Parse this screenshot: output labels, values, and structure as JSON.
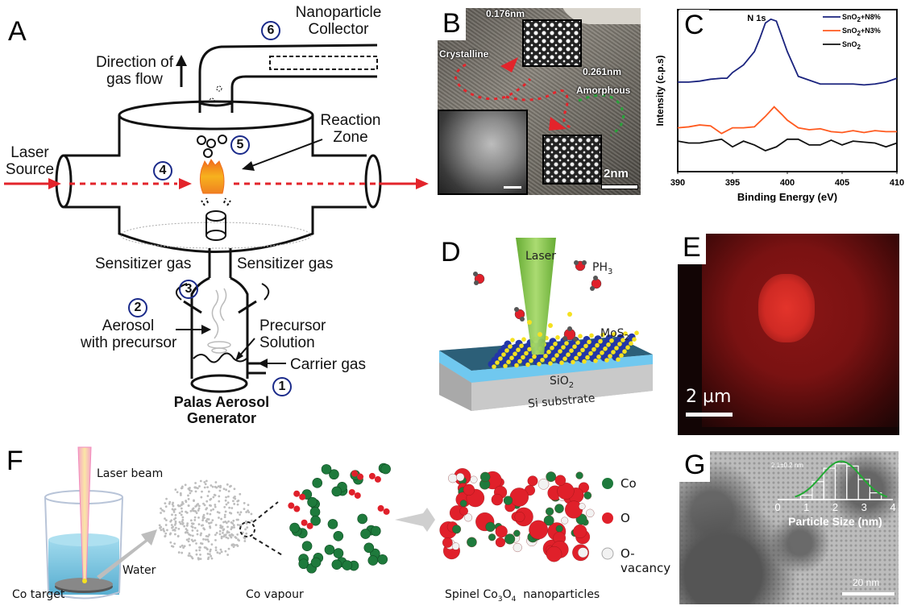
{
  "figure": {
    "panels": [
      "A",
      "B",
      "C",
      "D",
      "E",
      "F",
      "G"
    ]
  },
  "panel_a": {
    "letter": "A",
    "labels": {
      "collector_line1": "Nanoparticle",
      "collector_line2": "Collector",
      "gas_flow_line1": "Direction of",
      "gas_flow_line2": "gas flow",
      "reaction_line1": "Reaction",
      "reaction_line2": "Zone",
      "laser_line1": "Laser",
      "laser_line2": "Source",
      "sensitizer_left": "Sensitizer gas",
      "sensitizer_right": "Sensitizer gas",
      "aerosol_line1": "Aerosol",
      "aerosol_line2": "with precursor",
      "precursor_line1": "Precursor",
      "precursor_line2": "Solution",
      "carrier": "Carrier gas",
      "generator_line1": "Palas Aerosol",
      "generator_line2": "Generator"
    },
    "steps": [
      "1",
      "2",
      "3",
      "4",
      "5",
      "6"
    ],
    "colors": {
      "laser": "#e3242b",
      "step_ring": "#1a2a8a",
      "flame": "#f5a623"
    }
  },
  "panel_b": {
    "letter": "B",
    "labels": {
      "spacing_top": "0.176nm",
      "spacing_right": "0.261nm",
      "crystalline": "Crystalline",
      "amorphous": "Amorphous",
      "scale": "2nm"
    }
  },
  "panel_c": {
    "letter": "C"
  },
  "chart_data": [
    {
      "type": "line",
      "panel": "C",
      "title": "N 1s",
      "xlabel": "Binding Energy (eV)",
      "ylabel": "Intensity (c.p.s)",
      "xlim": [
        390,
        410
      ],
      "xticks": [
        390,
        395,
        400,
        405,
        410
      ],
      "yticks": [],
      "legend_position": "top-right",
      "series": [
        {
          "name": "SnO2+N8%",
          "name_main": "SnO",
          "name_sub": "2",
          "name_suffix": "+N8%",
          "color": "#1a237e",
          "x": [
            390,
            391,
            392,
            393,
            394,
            394.5,
            395,
            396,
            397,
            397.5,
            398,
            398.5,
            399,
            399.5,
            400,
            401,
            402,
            403,
            404,
            405,
            406,
            407,
            408,
            409,
            410
          ],
          "y": [
            62,
            62,
            62.5,
            63.5,
            64,
            64,
            67,
            71,
            78,
            85,
            93,
            95,
            94,
            86,
            78,
            65,
            63,
            61,
            61,
            61,
            61,
            60.5,
            61,
            62,
            64
          ]
        },
        {
          "name": "SnO2+N3%",
          "name_main": "SnO",
          "name_sub": "2",
          "name_suffix": "+N3%",
          "color": "#ff5a1f",
          "x": [
            390,
            391,
            392,
            393,
            394,
            395,
            396,
            397,
            398,
            398.8,
            399.5,
            400,
            401,
            402,
            403,
            404,
            405,
            406,
            407,
            408,
            409,
            410
          ],
          "y": [
            38,
            38.5,
            39.5,
            39,
            35,
            38,
            38,
            38.5,
            44,
            49,
            45,
            42,
            38,
            37,
            37.5,
            36,
            35.5,
            36.5,
            35.5,
            36.5,
            36,
            36
          ]
        },
        {
          "name": "SnO2",
          "name_main": "SnO",
          "name_sub": "2",
          "name_suffix": "",
          "color": "#111111",
          "x": [
            390,
            391,
            392,
            393,
            394,
            395,
            396,
            397,
            398,
            399,
            400,
            401,
            402,
            403,
            404,
            405,
            406,
            407,
            408,
            409,
            410
          ],
          "y": [
            31,
            30,
            30,
            31,
            32,
            28,
            31,
            29,
            26,
            28,
            32,
            32,
            29,
            29,
            31.5,
            29,
            31,
            30.5,
            30,
            28,
            30
          ]
        }
      ],
      "ylim": [
        15,
        100
      ]
    },
    {
      "type": "bar",
      "panel": "G-inset",
      "title": "2.1±0.2 nm",
      "xlabel": "Particle Size (nm)",
      "ylabel": "",
      "xlim": [
        0,
        4
      ],
      "xticks": [
        0,
        1,
        2,
        3,
        4
      ],
      "categories": [
        1.0,
        1.4,
        1.8,
        2.2,
        2.6,
        3.0,
        3.4
      ],
      "values": [
        2,
        8,
        14,
        16,
        15,
        9,
        3
      ],
      "ylim": [
        0,
        18
      ],
      "fit": {
        "type": "gaussian",
        "mean": 2.2,
        "sigma": 0.7,
        "color": "#22aa33"
      }
    }
  ],
  "panel_d": {
    "letter": "D",
    "labels": {
      "laser": "Laser",
      "ph3_main": "PH",
      "ph3_sub": "3",
      "mos2_main": "MoS",
      "mos2_sub": "2",
      "sio2_main": "SiO",
      "sio2_sub": "2",
      "substrate": "Si substrate"
    }
  },
  "panel_e": {
    "letter": "E",
    "labels": {
      "scale": "2 µm"
    }
  },
  "panel_f": {
    "letter": "F",
    "labels": {
      "laser_beam": "Laser beam",
      "water": "Water",
      "co_target": "Co target",
      "co_vapour": "Co vapour",
      "spinel_prefix": "Spinel Co",
      "spinel_sub1": "3",
      "spinel_mid": "O",
      "spinel_sub2": "4",
      "spinel_suffix": "  nanoparticles"
    },
    "legend": [
      {
        "label": "Co",
        "color": "#1e7a3c"
      },
      {
        "label": "O",
        "color": "#e0202a"
      },
      {
        "label": "O-vacancy",
        "color": "#f2f2f2"
      }
    ]
  },
  "panel_g": {
    "letter": "G",
    "labels": {
      "scale": "20 nm",
      "inset_title": "2.1±0.2 nm",
      "inset_xlabel": "Particle Size (nm)"
    }
  }
}
